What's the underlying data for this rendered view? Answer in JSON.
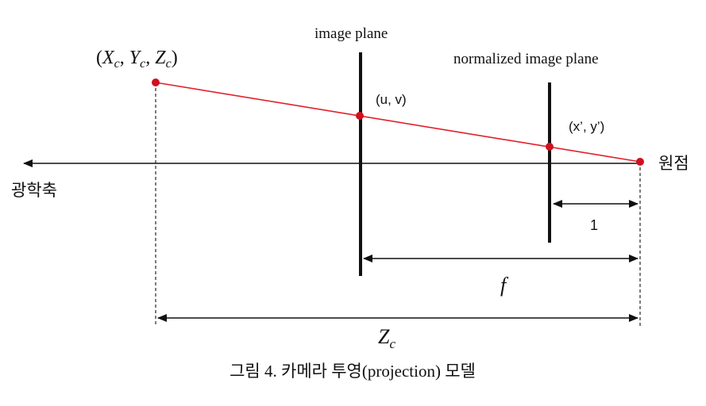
{
  "diagram": {
    "labels": {
      "point_3d": "(X_c, Y_c, Z_c)",
      "point_3d_parts": {
        "open": "(",
        "x": "X",
        "x_sub": "c",
        "sep1": ", ",
        "y": "Y",
        "y_sub": "c",
        "sep2": ", ",
        "z": "Z",
        "z_sub": "c",
        "close": ")"
      },
      "image_plane": "image plane",
      "normalized_image_plane": "normalized image plane",
      "image_point": "(u, v)",
      "normalized_point": "(x’, y’)",
      "origin": "원점",
      "optical_axis": "광학축",
      "unit_distance": "1",
      "focal_length": "f",
      "depth": "Z",
      "depth_sub": "c"
    },
    "caption": "그림 4. 카메라 투영(projection) 모델",
    "colors": {
      "ray": "#e0202a",
      "point": "#d01020",
      "line": "#111111"
    }
  }
}
